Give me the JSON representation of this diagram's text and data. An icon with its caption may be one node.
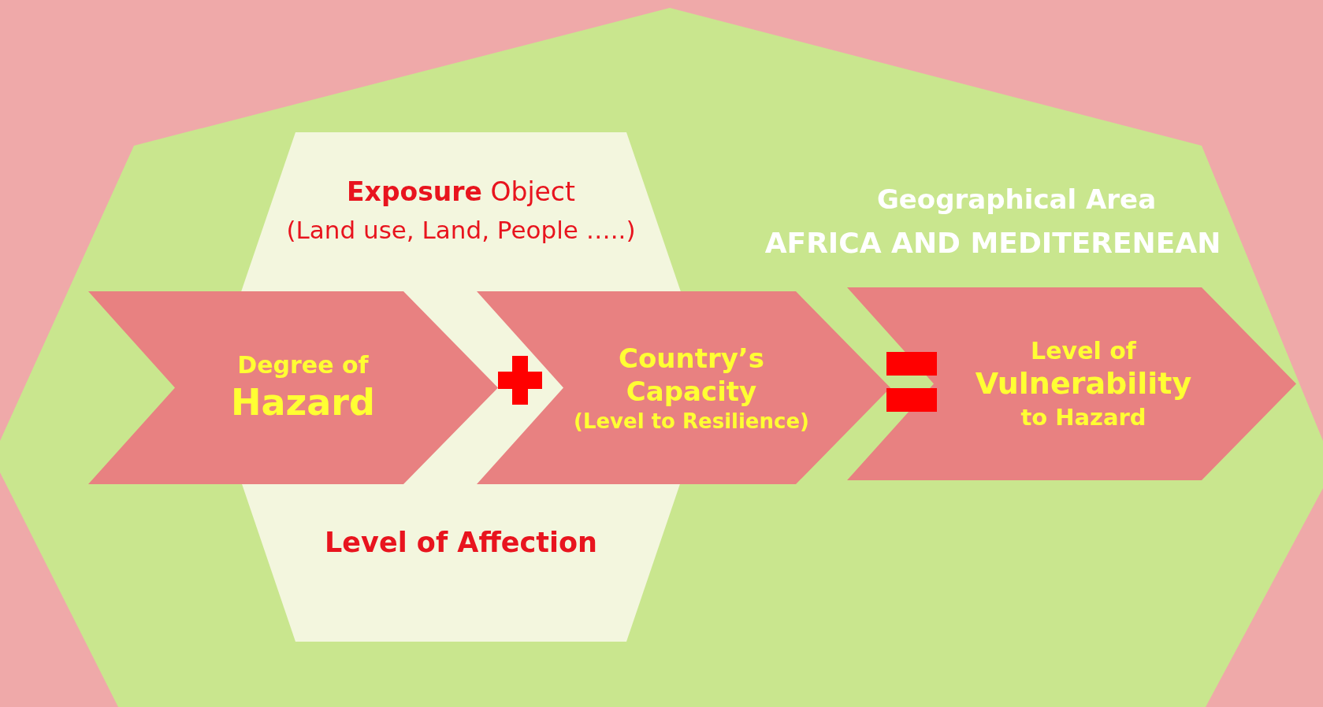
{
  "diagram": {
    "nodes": [
      {
        "text": [
          "Geographical Area",
          "AFRICA AND MEDITERENEAN"
        ]
      },
      {
        "text": [
          "**Exposure** Object",
          "(Land use, Land, People …..)",
          "Level of Affection"
        ],
        "in": 0
      },
      {
        "text": [
          "Degree of",
          "Hazard"
        ],
        "in": 0
      },
      {
        "text": [
          "Country’s Capacity",
          "(Level to Resilience)"
        ],
        "in": 0
      },
      {
        "text": [
          "Level of",
          "Vulnerability",
          "to Hazard"
        ],
        "in": 0
      }
    ]
  }
}
